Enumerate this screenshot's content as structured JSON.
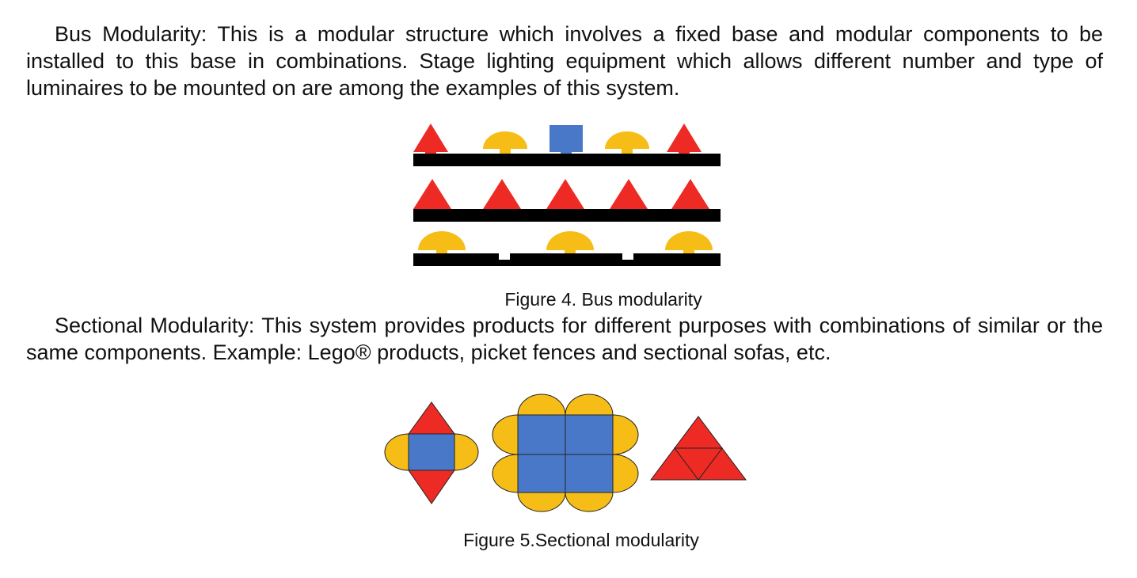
{
  "paragraph_bus": "Bus Modularity: This is a modular structure which involves a fixed base and modular components to be installed to this base in combinations. Stage lighting equipment which allows different number and type of luminaires to be mounted on are among the examples of this system.",
  "caption_fig4": "Figure 4. Bus modularity",
  "paragraph_sectional": "Sectional Modularity: This system provides products for different purposes with combinations of similar or the same components. Example: Lego® products, picket fences and sectional sofas, etc.",
  "caption_fig5": "Figure 5.Sectional modularity",
  "colors": {
    "red": "#ee2a24",
    "yellow": "#f6bd16",
    "blue": "#4a78c8",
    "black": "#000000"
  }
}
